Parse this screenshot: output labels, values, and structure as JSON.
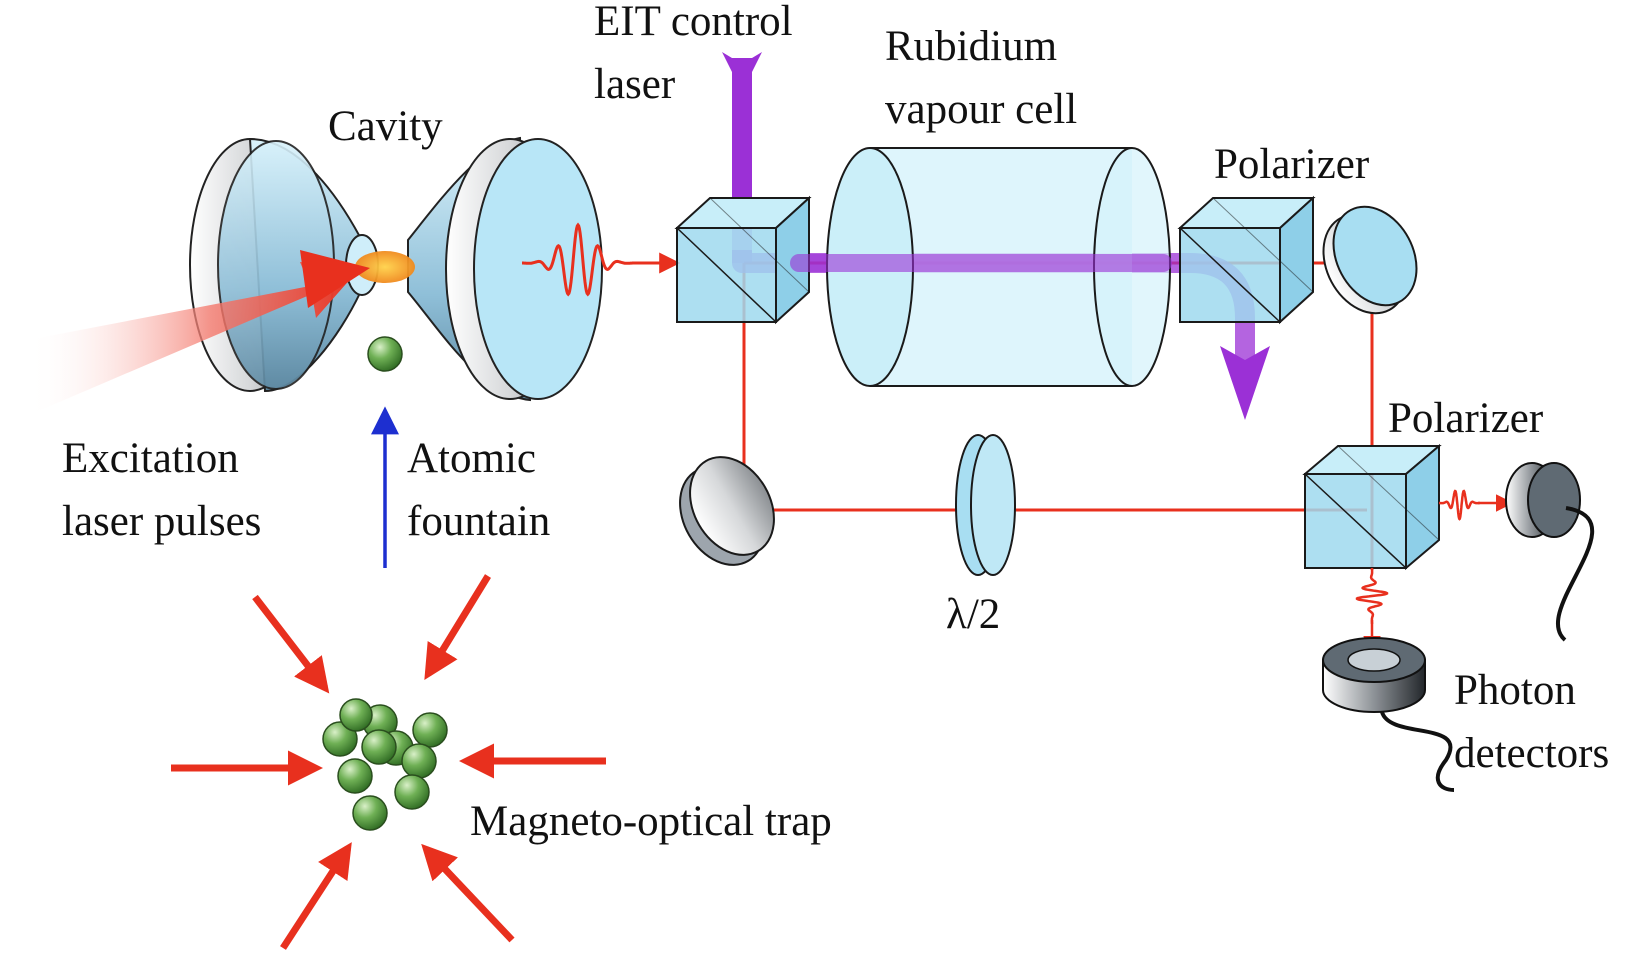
{
  "labels": {
    "cavity": "Cavity",
    "eit_line1": "EIT control",
    "eit_line2": "laser",
    "rubidium_line1": "Rubidium",
    "rubidium_line2": "vapour cell",
    "polarizer_top": "Polarizer",
    "polarizer_bottom": "Polarizer",
    "excitation_line1": "Excitation",
    "excitation_line2": "laser pulses",
    "atomic_line1": "Atomic",
    "atomic_line2": "fountain",
    "half_wave": "λ/2",
    "photon_line1": "Photon",
    "photon_line2": "detectors",
    "mot": "Magneto-optical trap"
  },
  "colors": {
    "laser_red": "#e8301e",
    "eit_purple": "#9b30d6",
    "optic_blue": "#aee3f5",
    "atom_green": "#4b9a3a",
    "fountain_blue": "#1d2fd0"
  }
}
